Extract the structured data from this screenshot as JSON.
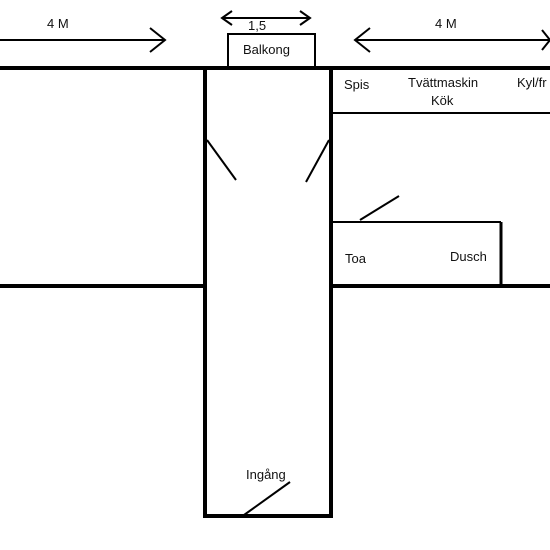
{
  "dimensions": {
    "left_width": "4 M",
    "balcony_width": "1,5",
    "right_width": "4 M"
  },
  "rooms": {
    "balcony": "Balkong",
    "entrance": "Ingång",
    "kitchen": "Kök",
    "toilet": "Toa",
    "shower": "Dusch"
  },
  "appliances": {
    "stove": "Spis",
    "washing_machine": "Tvättmaskin",
    "fridge": "Kyl/fr"
  }
}
